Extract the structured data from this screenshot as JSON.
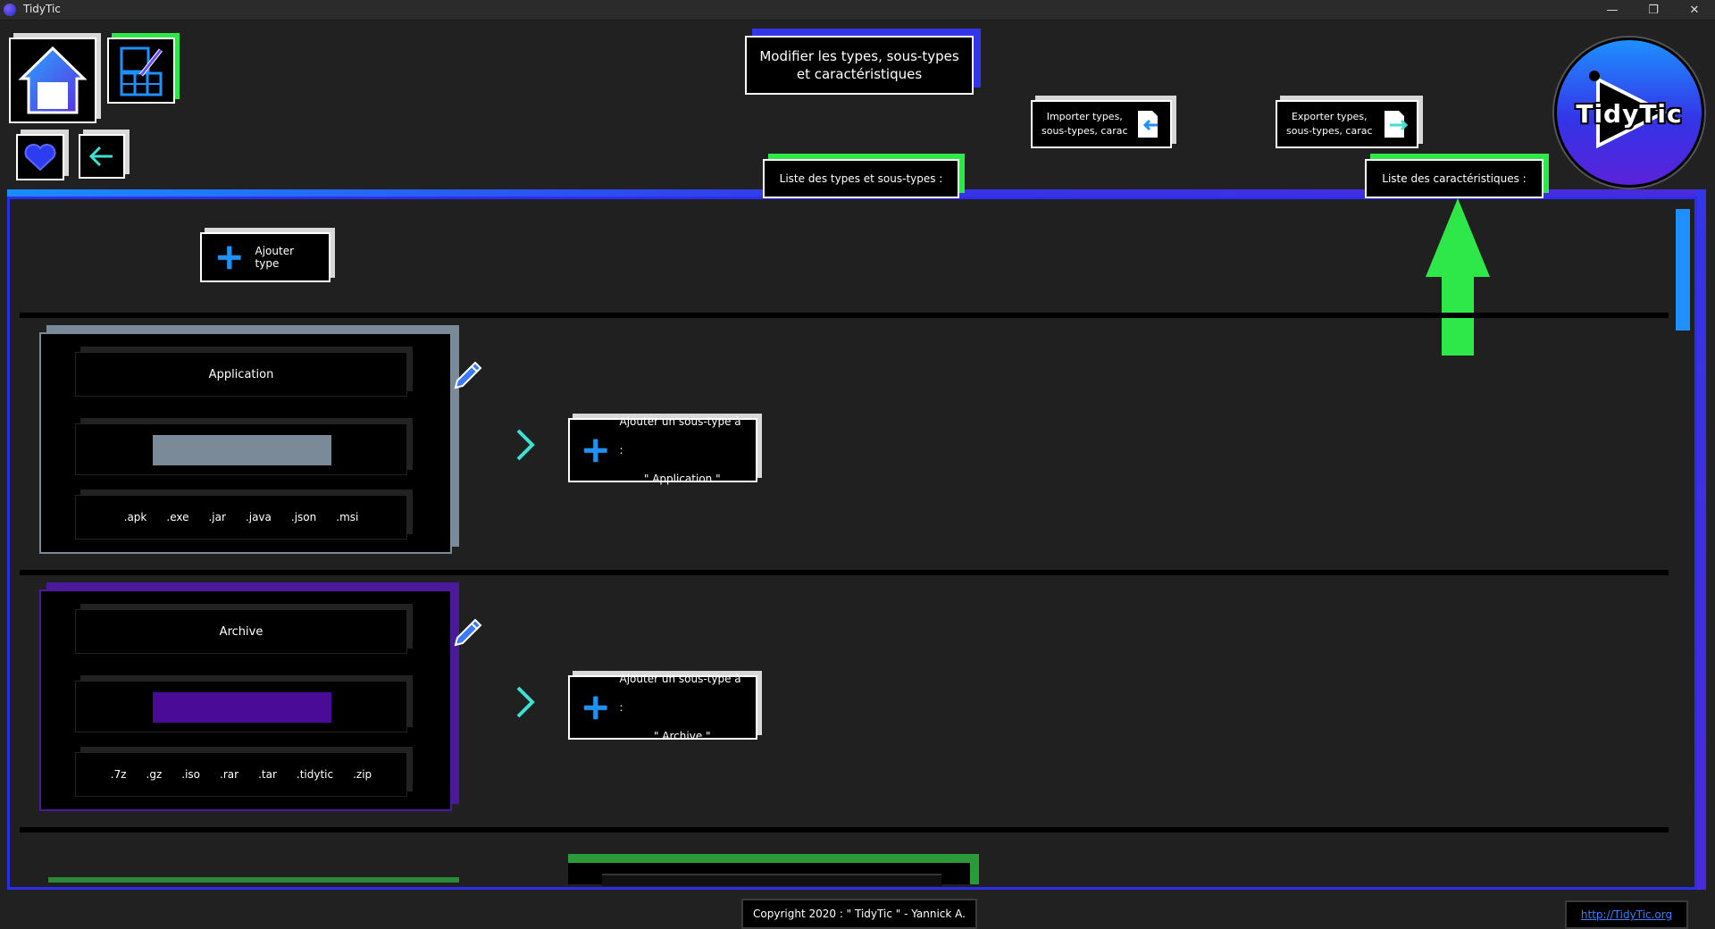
{
  "window": {
    "title": "TidyTic",
    "minimize": "—",
    "restore": "❐",
    "close": "✕"
  },
  "header": {
    "page_title_line1": "Modifier les types, sous-types",
    "page_title_line2": "et caractéristiques",
    "import_line1": "Importer types,",
    "import_line2": "sous-types, carac",
    "export_line1": "Exporter types,",
    "export_line2": "sous-types, carac",
    "tab_types": "Liste des types et sous-types :",
    "tab_characteristics": "Liste des caractéristiques :",
    "logo_text": "TidyTic"
  },
  "main": {
    "add_type_label": "Ajouter type",
    "types": [
      {
        "name": "Application",
        "color": "#7b8a99",
        "border_color": "#5f6f7f",
        "extensions": [
          ".apk",
          ".exe",
          ".jar",
          ".java",
          ".json",
          ".msi"
        ],
        "add_subtype_line1": "Ajouter un sous-type à :",
        "add_subtype_line2": "\" Application \""
      },
      {
        "name": "Archive",
        "color": "#4a0c96",
        "border_color": "#4a1a9a",
        "extensions": [
          ".7z",
          ".gz",
          ".iso",
          ".rar",
          ".tar",
          ".tidytic",
          ".zip"
        ],
        "add_subtype_line1": "Ajouter un sous-type à :",
        "add_subtype_line2": "\" Archive \""
      }
    ]
  },
  "footer": {
    "copyright": "Copyright 2020 : \" TidyTic \" - Yannick A.",
    "link": "http://TidyTic.org"
  },
  "colors": {
    "accent_blue": "#1e90ff",
    "accent_purple": "#4a2adc",
    "accent_green": "#2ee84a"
  }
}
